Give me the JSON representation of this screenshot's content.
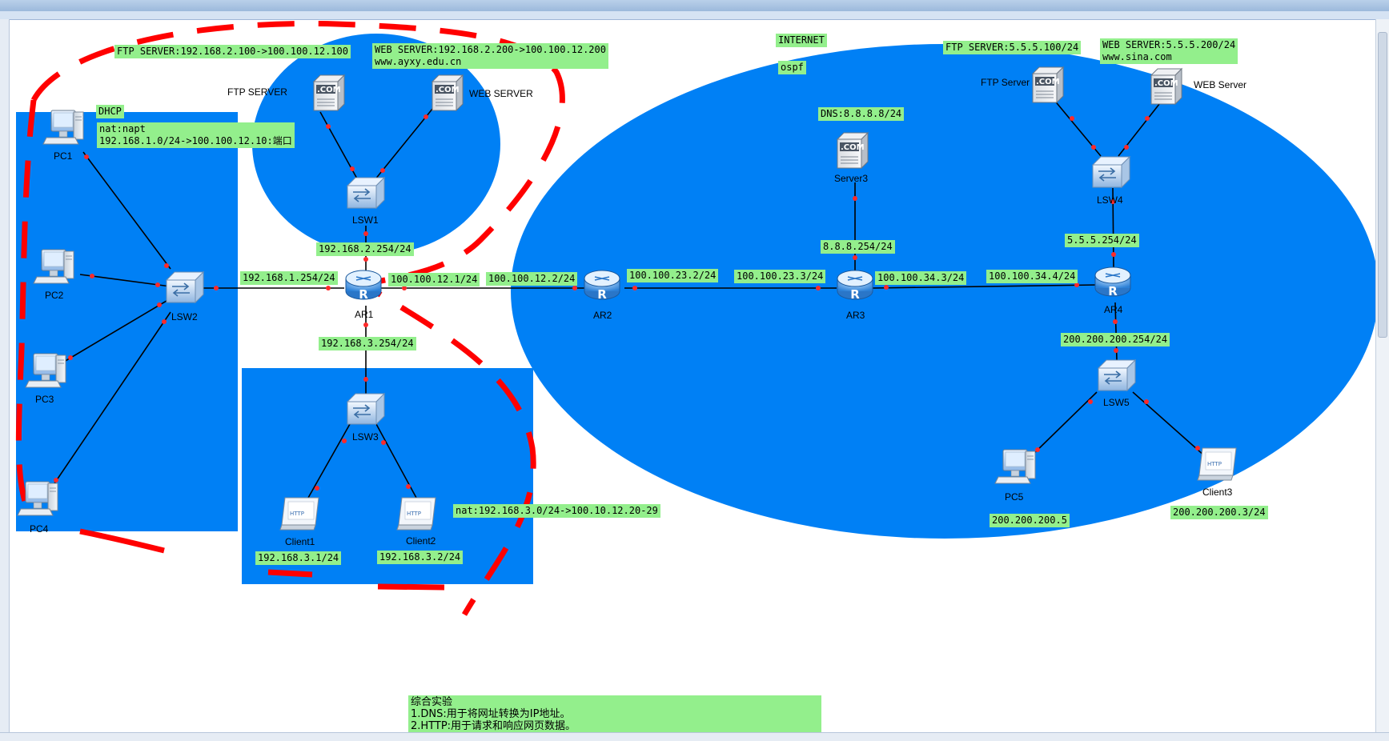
{
  "colors": {
    "area_blue": "#0080f5",
    "label_green": "#93ef8c",
    "dashed_red": "#ff0000",
    "link_black": "#000000",
    "port_red": "#ff2a2a"
  },
  "labels": {
    "ftp_nat": "FTP SERVER:192.168.2.100->100.100.12.100",
    "web_nat": "WEB SERVER:192.168.2.200->100.100.12.200\nwww.ayxy.edu.cn",
    "dhcp": "DHCP",
    "napt": "nat:napt\n192.168.1.0/24->100.100.12.10:端口",
    "g2_254": "192.168.2.254/24",
    "g1_254": "192.168.1.254/24",
    "ar1_wan": "100.100.12.1/24",
    "g3_254": "192.168.3.254/24",
    "ar2_w": "100.100.12.2/24",
    "ar2_e": "100.100.23.2/24",
    "ar3_w": "100.100.23.3/24",
    "ar3_e": "100.100.34.3/24",
    "ar4_w": "100.100.34.4/24",
    "ar3_n": "8.8.8.254/24",
    "dns": "DNS:8.8.8.8/24",
    "internet": "INTERNET",
    "ospf": "ospf",
    "ftp5": "FTP SERVER:5.5.5.100/24",
    "web5": "WEB SERVER:5.5.5.200/24\nwww.sina.com",
    "g5_254": "5.5.5.254/24",
    "g200_254": "200.200.200.254/24",
    "pc5_ip": "200.200.200.5",
    "client3_ip": "200.200.200.3/24",
    "client1_ip": "192.168.3.1/24",
    "client2_ip": "192.168.3.2/24",
    "nat3": "nat:192.168.3.0/24->100.10.12.20-29"
  },
  "devices": {
    "pc1": "PC1",
    "pc2": "PC2",
    "pc3": "PC3",
    "pc4": "PC4",
    "lsw2": "LSW2",
    "lsw1": "LSW1",
    "lsw3": "LSW3",
    "lsw4": "LSW4",
    "lsw5": "LSW5",
    "ar1": "AR1",
    "ar2": "AR2",
    "ar3": "AR3",
    "ar4": "AR4",
    "ftp_server_left": "FTP SERVER",
    "web_server_left": "WEB SERVER",
    "ftp_server_right": "FTP Server",
    "web_server_right": "WEB Server",
    "server3": "Server3",
    "client1": "Client1",
    "client2": "Client2",
    "client3": "Client3",
    "pc5": "PC5",
    "com_badge": ".COM",
    "http_badge": "HTTP",
    "router_letter": "R"
  },
  "note": "综合实验\n1.DNS:用于将网址转换为IP地址。\n2.HTTP:用于请求和响应网页数据。"
}
